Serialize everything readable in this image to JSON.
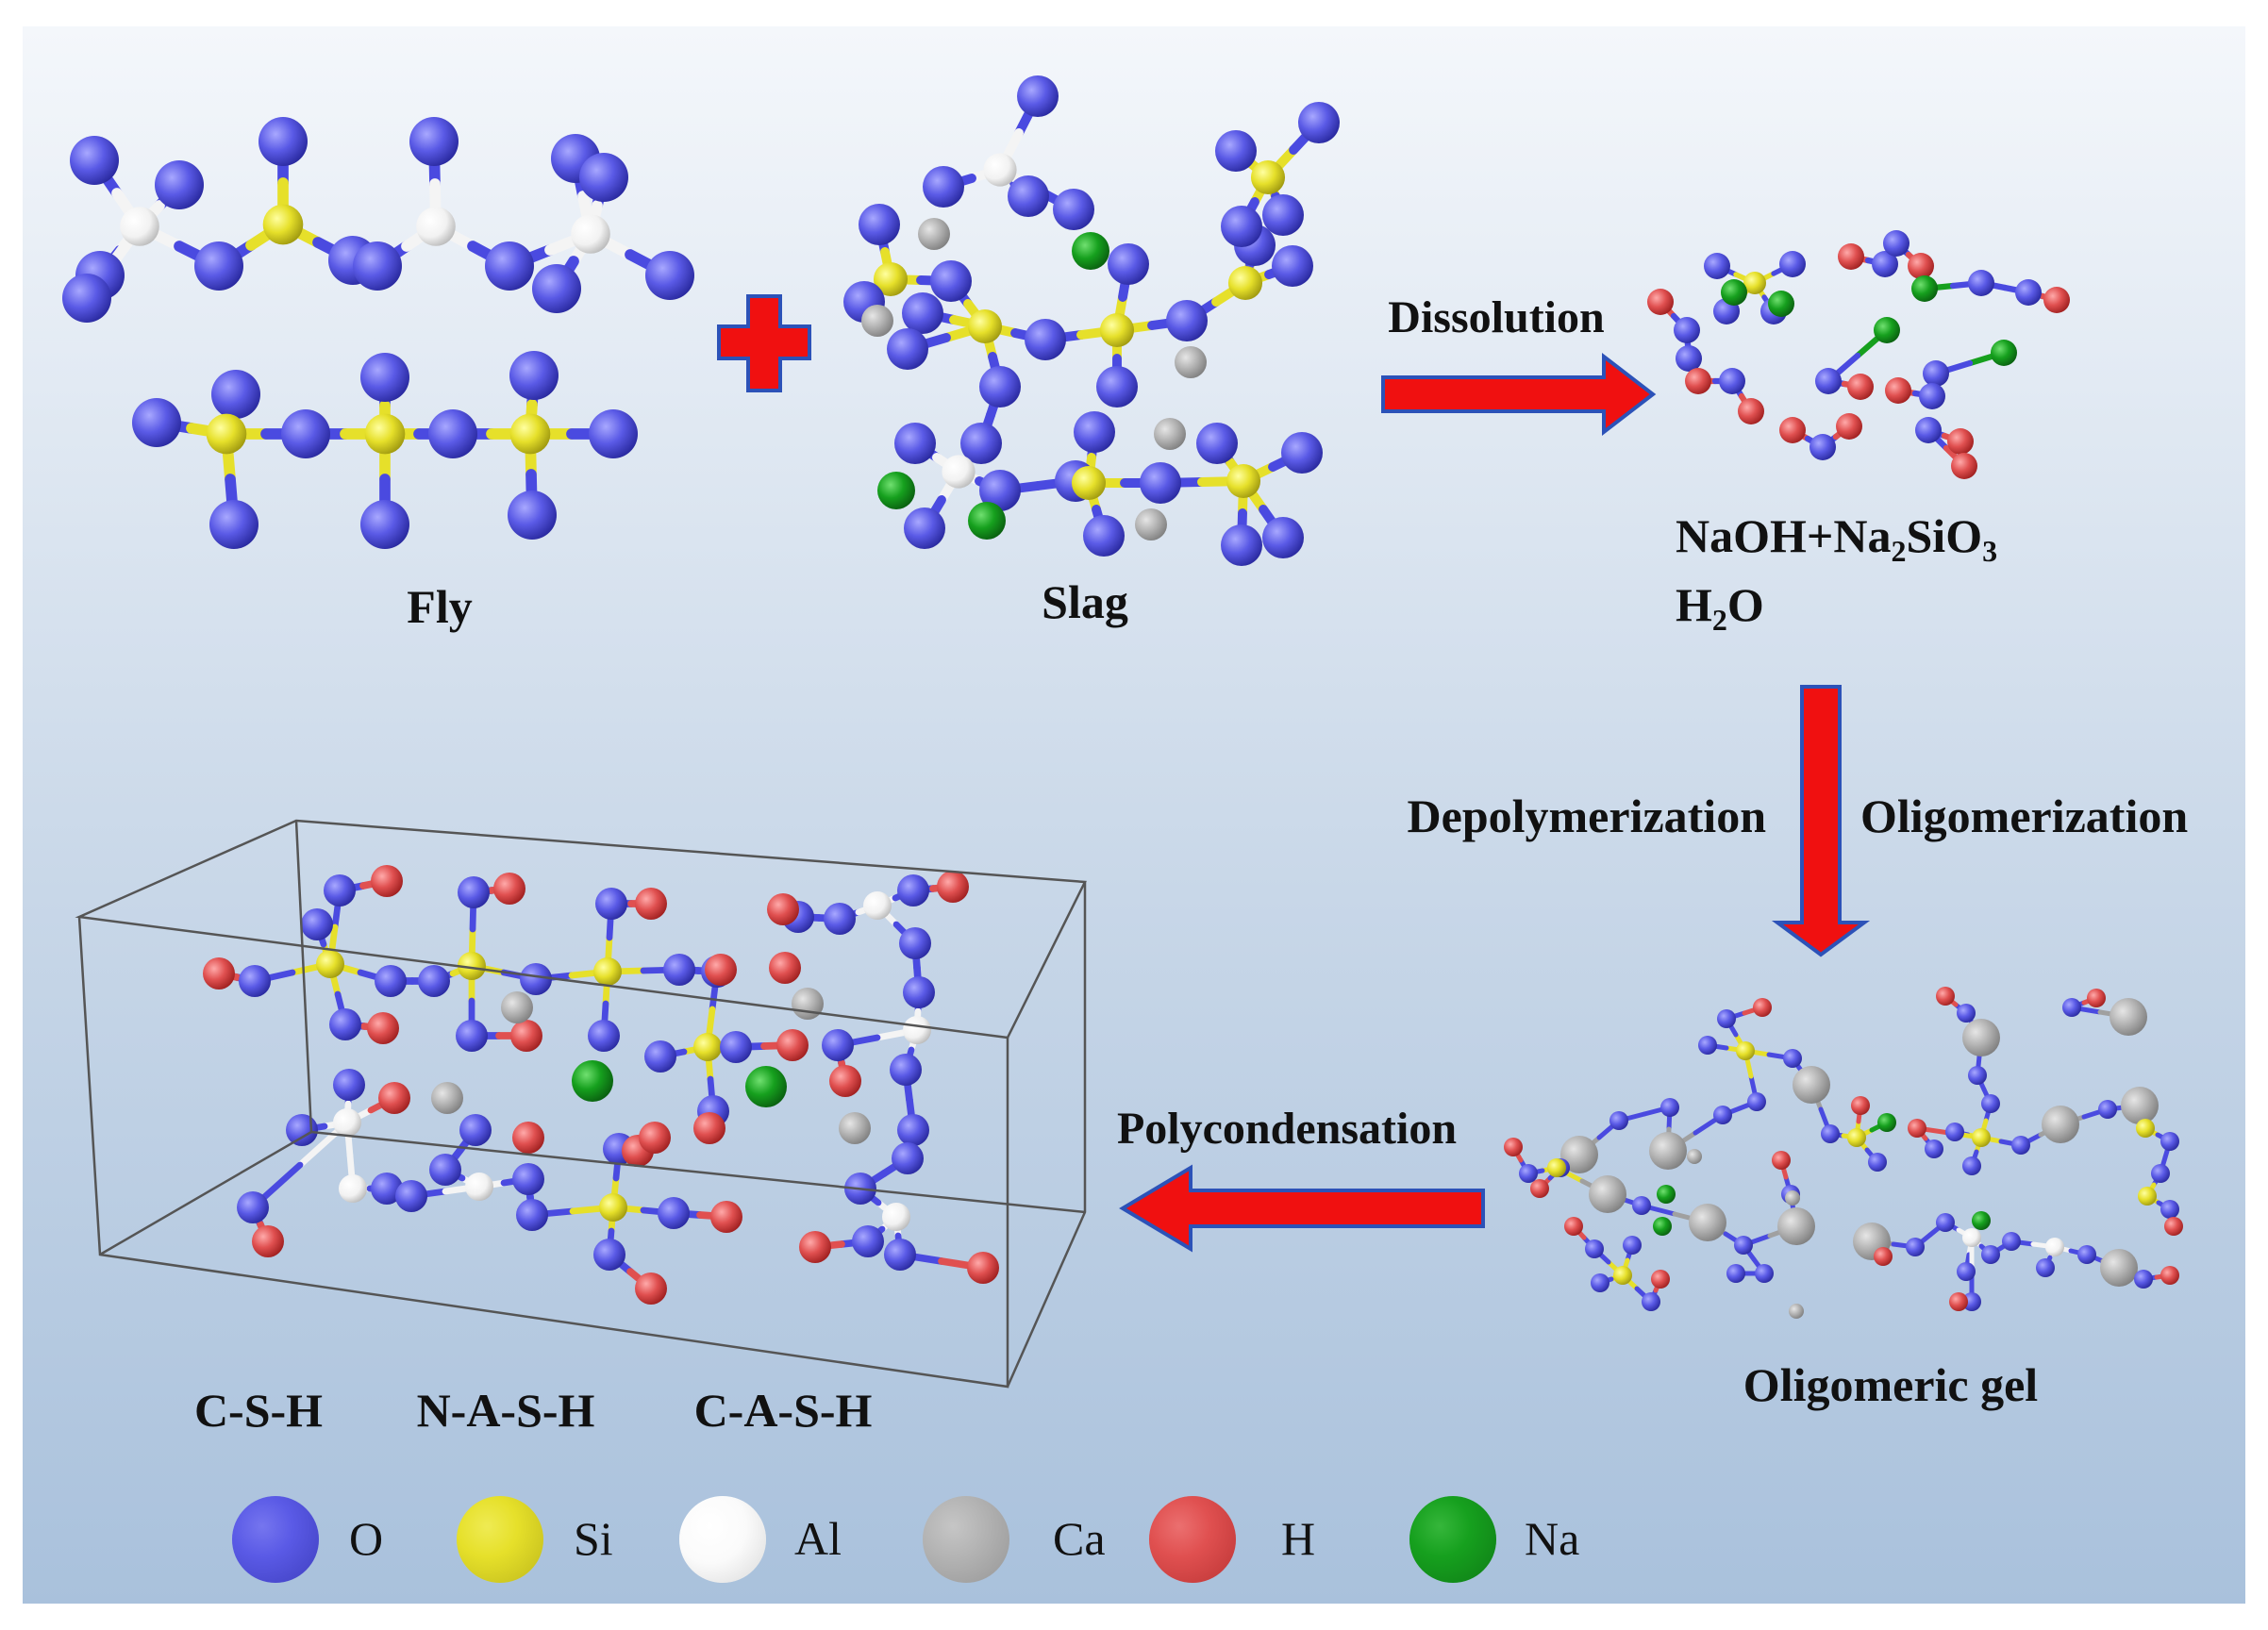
{
  "labels": {
    "fly": "Fly",
    "slag": "Slag",
    "dissolution": "Dissolution",
    "solution_line1": "NaOH+Na",
    "solution_line1_sub1": "2",
    "solution_line1_mid": "SiO",
    "solution_line1_sub2": "3",
    "solution_line2_a": "H",
    "solution_line2_sub": "2",
    "solution_line2_b": "O",
    "depolymerization": "Depolymerization",
    "oligomerization": "Oligomerization",
    "oligomeric_gel": "Oligomeric gel",
    "polycondensation": "Polycondensation",
    "csh": "C-S-H",
    "nash": "N-A-S-H",
    "cash": "C-A-S-H"
  },
  "legend": [
    {
      "symbol": "O",
      "color": "#5a5ae6"
    },
    {
      "symbol": "Si",
      "color": "#e6e02a"
    },
    {
      "symbol": "Al",
      "color": "#ffffff"
    },
    {
      "symbol": "Ca",
      "color": "#b4b4b4"
    },
    {
      "symbol": "H",
      "color": "#e05050"
    },
    {
      "symbol": "Na",
      "color": "#16a01e"
    }
  ],
  "colors": {
    "arrow_fill": "#f01010",
    "arrow_stroke": "#2c52b8",
    "background_top": "#f4f7fb",
    "background_bottom": "#a9c1dc"
  }
}
